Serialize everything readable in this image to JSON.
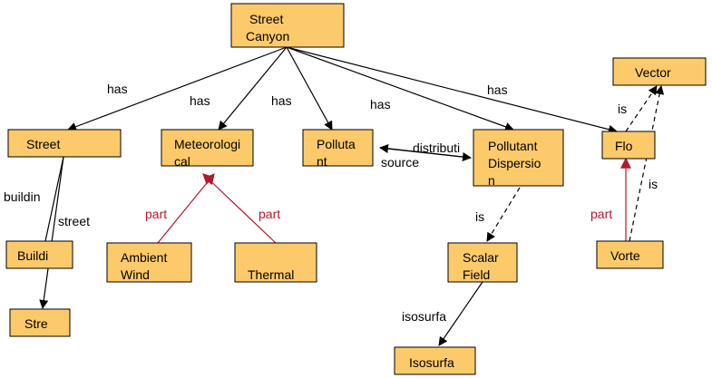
{
  "nodes": {
    "street_canyon": [
      "Street",
      "Canyon"
    ],
    "street": [
      "Street"
    ],
    "meteorological": [
      "Meteorologi",
      "cal"
    ],
    "pollutant": [
      "Polluta",
      "nt"
    ],
    "pollutant_dispersion": [
      "Pollutant",
      "Dispersio",
      "n"
    ],
    "flow": [
      "Flo"
    ],
    "vector": [
      "Vector"
    ],
    "building": [
      "Buildi"
    ],
    "street_lower": [
      "Stre"
    ],
    "ambient_wind": [
      "Ambient",
      "Wind"
    ],
    "thermal": [
      "Thermal"
    ],
    "scalar_field": [
      "Scalar",
      "Field"
    ],
    "vortex": [
      "Vorte"
    ],
    "isosurface": [
      "Isosurfa"
    ]
  },
  "edges": {
    "has_street": "has",
    "has_meteo": "has",
    "has_pollutant": "has",
    "has_dispersion": "has",
    "has_flow": "has",
    "building_rel": "buildin",
    "street_rel": "street",
    "part_ambient": "part",
    "part_thermal": "part",
    "distribution": "distributi",
    "source": "source",
    "is_scalar": "is",
    "is_flow_vector": "is",
    "is_vortex_vector": "is",
    "part_vortex": "part",
    "isosurface_rel": "isosurfa"
  },
  "colors": {
    "node_fill": "#fdca6b",
    "part_arrow": "#b5172b",
    "edge": "#000000"
  }
}
